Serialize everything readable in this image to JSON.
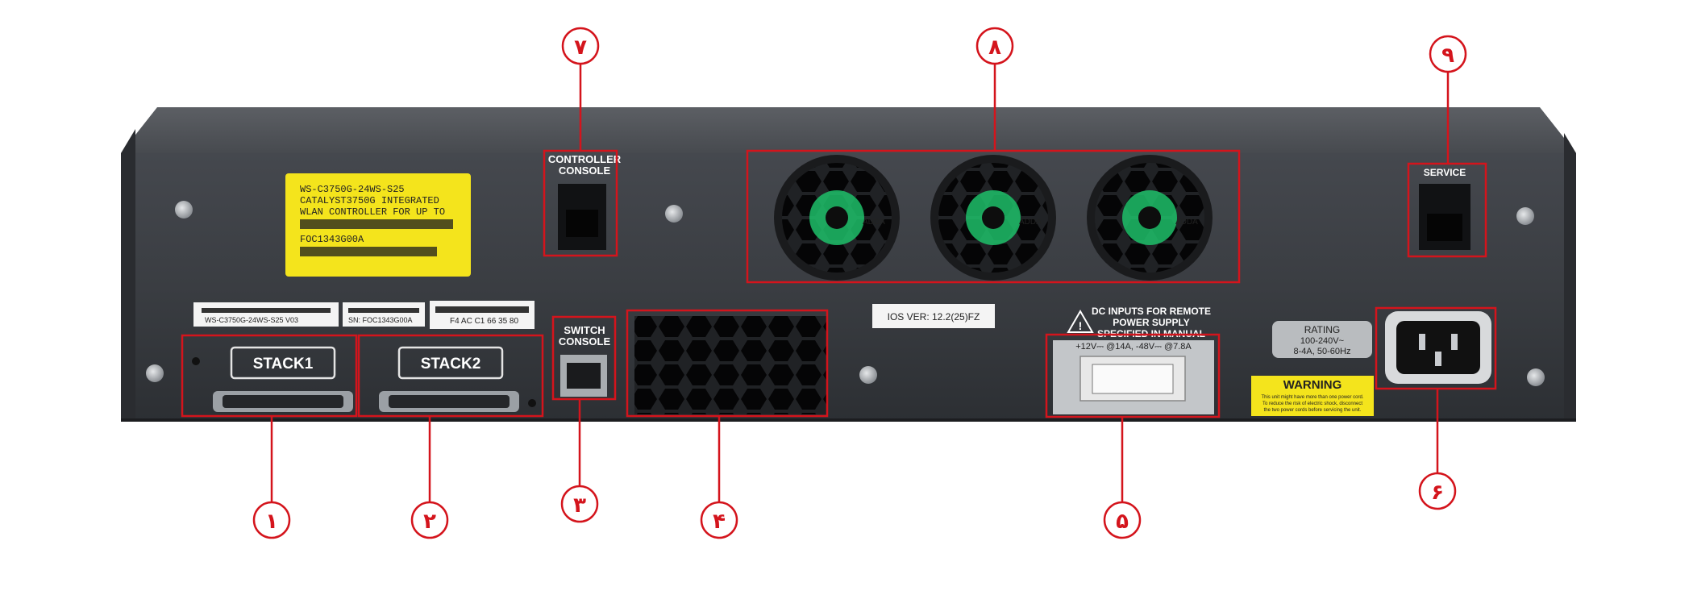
{
  "device": {
    "sticker": {
      "line1": "WS-C3750G-24WS-S25",
      "line2": "CATALYST3750G INTEGRATED",
      "line3": "WLAN CONTROLLER FOR UP TO",
      "serial": "FOC1343G00A"
    },
    "small_labels": {
      "model": "WS-C3750G-24WS-S25 V03",
      "sn": "SN: FOC1343G00A",
      "mac": "F4 AC C1 66 35 80"
    },
    "stack1": "STACK1",
    "stack2": "STACK2",
    "controller_console_l1": "CONTROLLER",
    "controller_console_l2": "CONSOLE",
    "switch_console_l1": "SWITCH",
    "switch_console_l2": "CONSOLE",
    "ios_ver": "IOS VER: 12.2(25)FZ",
    "dc_inputs_l1": "DC INPUTS FOR REMOTE",
    "dc_inputs_l2": "POWER SUPPLY",
    "dc_inputs_l3": "SPECIFIED IN MANUAL",
    "dc_rating": "+12V⎓ @14A, -48V⎓ @7.8A",
    "service": "SERVICE",
    "rating_l1": "RATING",
    "rating_l2": "100-240V~",
    "rating_l3": "8-4A, 50-60Hz",
    "warning_title": "WARNING",
    "warning_l1": "This unit might have more than one power cord.",
    "warning_l2": "To reduce the risk of electric shock, disconnect",
    "warning_l3": "the two power cords before servicing the unit.",
    "fan_text": "ADDA"
  },
  "callouts": {
    "c1": "١",
    "c2": "٢",
    "c3": "٣",
    "c4": "۴",
    "c5": "۵",
    "c6": "۶",
    "c7": "٧",
    "c8": "٨",
    "c9": "٩"
  },
  "colors": {
    "callout_red": "#d4141c",
    "chassis": "#3a3d42",
    "sticker_yellow": "#f4e41c",
    "fan_green": "#1fbf6a"
  }
}
